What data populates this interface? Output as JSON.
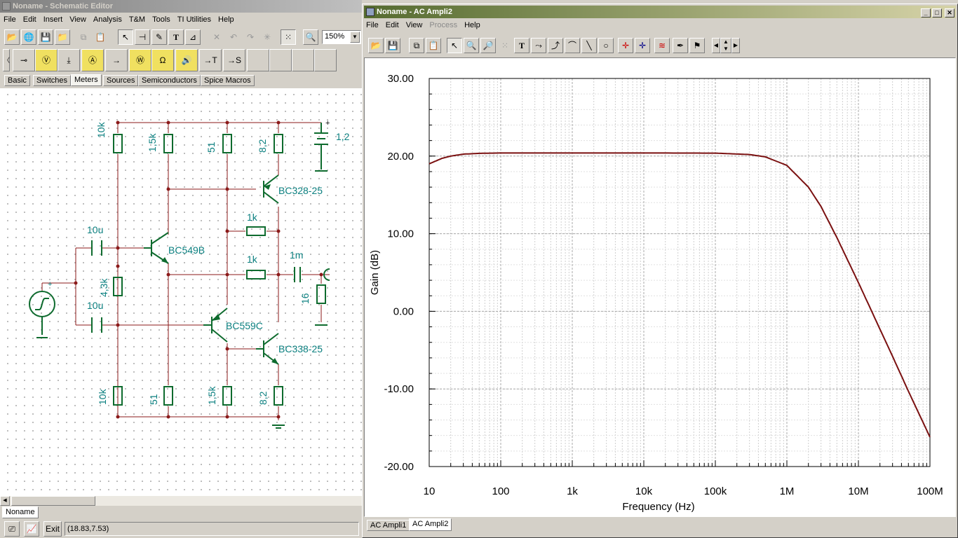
{
  "schematic": {
    "title": "Noname - Schematic Editor",
    "menu": [
      "File",
      "Edit",
      "Insert",
      "View",
      "Analysis",
      "T&M",
      "Tools",
      "TI Utilities",
      "Help"
    ],
    "zoom": "150%",
    "component_tabs": [
      "Basic",
      "Switches",
      "Meters",
      "Sources",
      "Semiconductors",
      "Spice Macros"
    ],
    "selected_tab": "Meters",
    "labels": {
      "r_10k_top": "10k",
      "r_1_5k_top": "1,5k",
      "r_51_top": "51",
      "r_8_2_top": "8,2",
      "battery": "1,2",
      "q1": "BC328-25",
      "r_1k_a": "1k",
      "c_10u_a": "10u",
      "q2": "BC549B",
      "r_1k_b": "1k",
      "c_1m": "1m",
      "r_4_3k": "4,3k",
      "r_16": "16",
      "c_10u_b": "10u",
      "q3": "BC559C",
      "q4": "BC338-25",
      "r_10k_bot": "10k",
      "r_51_bot": "51",
      "r_1_5k_bot": "1,5k",
      "r_8_2_bot": "8,2",
      "plus_batt": "+",
      "plus_gen": "+"
    },
    "sheet_tab": "Noname",
    "status": {
      "exit_label": "Exit",
      "coords": "(18.83,7.53)"
    }
  },
  "ac_window": {
    "title": "Noname - AC Ampli2",
    "menu": [
      "File",
      "Edit",
      "View",
      "Process",
      "Help"
    ],
    "disabled_menu": "Process",
    "tabs": [
      "AC Ampli1",
      "AC Ampli2"
    ],
    "selected_tab": "AC Ampli2"
  },
  "colors": {
    "trace": "#7a1010",
    "schematic": "#0a7f7f",
    "titlebar_active": "#556b2f"
  },
  "chart_data": {
    "type": "line",
    "title": "",
    "xlabel": "Frequency (Hz)",
    "ylabel": "Gain (dB)",
    "xscale": "log",
    "xlim": [
      10,
      100000000
    ],
    "ylim": [
      -20,
      30
    ],
    "grid": true,
    "x_ticks": [
      {
        "v": 10,
        "label": "10"
      },
      {
        "v": 100,
        "label": "100"
      },
      {
        "v": 1000,
        "label": "1k"
      },
      {
        "v": 10000,
        "label": "10k"
      },
      {
        "v": 100000,
        "label": "100k"
      },
      {
        "v": 1000000,
        "label": "1M"
      },
      {
        "v": 10000000,
        "label": "10M"
      },
      {
        "v": 100000000,
        "label": "100M"
      }
    ],
    "y_ticks": [
      {
        "v": 30,
        "label": "30.00"
      },
      {
        "v": 20,
        "label": "20.00"
      },
      {
        "v": 10,
        "label": "10.00"
      },
      {
        "v": 0,
        "label": "0.00"
      },
      {
        "v": -10,
        "label": "-10.00"
      },
      {
        "v": -20,
        "label": "-20.00"
      }
    ],
    "series": [
      {
        "x": [
          10,
          15,
          20,
          30,
          50,
          100,
          1000,
          10000,
          100000,
          300000,
          500000,
          1000000,
          2000000,
          3000000,
          5000000,
          10000000,
          20000000,
          30000000,
          50000000,
          100000000
        ],
        "y": [
          19.0,
          19.7,
          20.0,
          20.25,
          20.35,
          20.4,
          20.4,
          20.4,
          20.38,
          20.2,
          19.9,
          18.8,
          16.0,
          13.5,
          9.5,
          3.7,
          -2.3,
          -5.8,
          -10.3,
          -16.2
        ]
      }
    ]
  }
}
